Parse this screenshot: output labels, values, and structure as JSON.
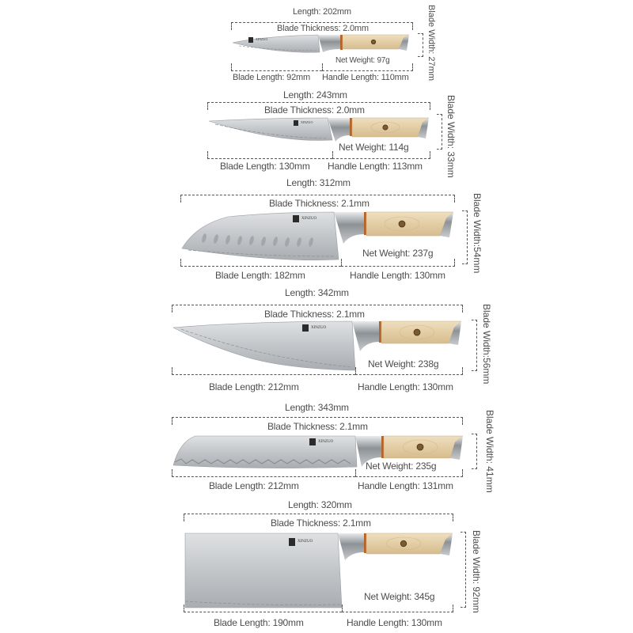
{
  "brand": "XINZUO",
  "colors": {
    "background": "#ffffff",
    "text": "#4d4d4d",
    "dash": "#555555",
    "blade": "#c9cbcd",
    "blade_dark": "#9a9ea2",
    "handle_wood": "#e6d3ae",
    "handle_grain": "#c9ad7e",
    "bolster_steel": "#b8bcc0",
    "copper_ring": "#b5652a",
    "logo_box": "#2b2b2b"
  },
  "knives": [
    {
      "name": "paring-knife",
      "length": "Length: 202mm",
      "blade_thickness": "Blade Thickness: 2.0mm",
      "net_weight": "Net Weight: 97g",
      "blade_length": "Blade Length: 92mm",
      "handle_length": "Handle Length: 110mm",
      "blade_width": "Blade Width: 27mm"
    },
    {
      "name": "utility-knife",
      "length": "Length: 243mm",
      "blade_thickness": "Blade Thickness: 2.0mm",
      "net_weight": "Net Weight: 114g",
      "blade_length": "Blade Length: 130mm",
      "handle_length": "Handle Length: 113mm",
      "blade_width": "Blade Width: 33mm"
    },
    {
      "name": "santoku-knife",
      "length": "Length: 312mm",
      "blade_thickness": "Blade Thickness: 2.1mm",
      "net_weight": "Net Weight: 237g",
      "blade_length": "Blade Length: 182mm",
      "handle_length": "Handle Length: 130mm",
      "blade_width": "Blade Width:54mm"
    },
    {
      "name": "chef-knife",
      "length": "Length: 342mm",
      "blade_thickness": "Blade Thickness: 2.1mm",
      "net_weight": "Net Weight: 238g",
      "blade_length": "Blade Length: 212mm",
      "handle_length": "Handle Length: 130mm",
      "blade_width": "Blade Width:56mm"
    },
    {
      "name": "bread-knife",
      "length": "Length: 343mm",
      "blade_thickness": "Blade Thickness: 2.1mm",
      "net_weight": "Net Weight: 235g",
      "blade_length": "Blade Length: 212mm",
      "handle_length": "Handle Length: 131mm",
      "blade_width": "Blade Width: 41mm"
    },
    {
      "name": "cleaver-knife",
      "length": "Length: 320mm",
      "blade_thickness": "Blade Thickness: 2.1mm",
      "net_weight": "Net Weight: 345g",
      "blade_length": "Blade Length: 190mm",
      "handle_length": "Handle Length: 130mm",
      "blade_width": "Blade Width: 92mm"
    }
  ]
}
